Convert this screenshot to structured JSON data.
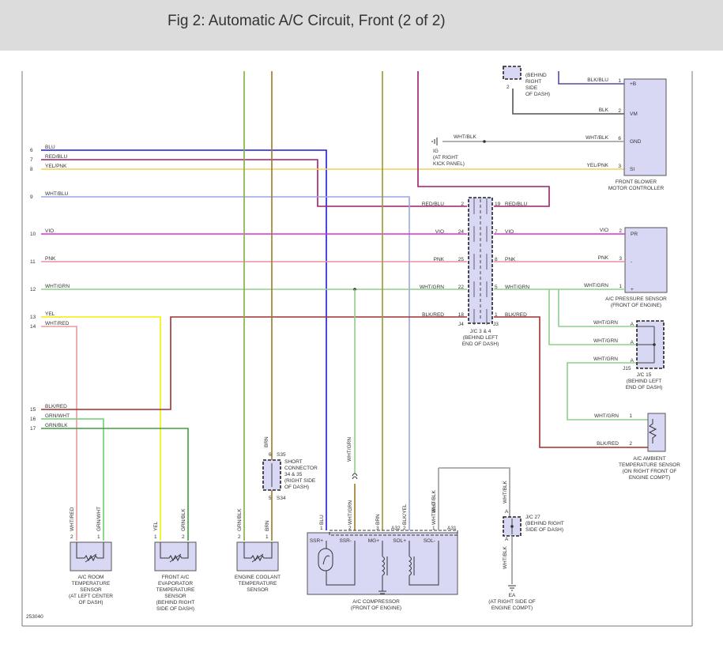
{
  "title": "Fig 2: Automatic A/C Circuit, Front (2 of 2)",
  "colors": {
    "BLU": "#1a1ae0",
    "RED/BLU": "#a01e6e",
    "YEL/PNK": "#f3cf5a",
    "WHT/BLU": "#9aa6e6",
    "VIO": "#d92fd9",
    "PNK": "#e98fa0",
    "WHT/GRN": "#8fcf8a",
    "YEL": "#f0f000",
    "WHT/RED": "#e99a9a",
    "BLK/RED": "#a03030",
    "GRN/WHT": "#6fd06f",
    "GRN/BLK": "#3f9f3f",
    "GRN": "#7faf40",
    "BRN": "#9a7a2a",
    "BLK": "#555555",
    "BLK/YEL": "#9a9a30",
    "WHT/BLK": "#999999",
    "component": "#d8d8f4"
  },
  "figure_id": "253040",
  "left_pins": [
    {
      "num": "6",
      "label": "BLU"
    },
    {
      "num": "7",
      "label": "RED/BLU"
    },
    {
      "num": "8",
      "label": "YEL/PNK"
    },
    {
      "num": "9",
      "label": "WHT/BLU"
    },
    {
      "num": "10",
      "label": "VIO"
    },
    {
      "num": "11",
      "label": "PNK"
    },
    {
      "num": "12",
      "label": "WHT/GRN"
    },
    {
      "num": "13",
      "label": "YEL"
    },
    {
      "num": "14",
      "label": "WHT/RED"
    },
    {
      "num": "15",
      "label": "BLK/RED"
    },
    {
      "num": "16",
      "label": "GRN/WHT"
    },
    {
      "num": "17",
      "label": "GRN/BLK"
    }
  ],
  "blower": {
    "pins": [
      {
        "num": "1",
        "wire": "BLK/BLU",
        "name": "+B"
      },
      {
        "num": "2",
        "wire": "BLK",
        "name": "VM"
      },
      {
        "num": "6",
        "wire": "WHT/BLK",
        "name": "GND"
      },
      {
        "num": "3",
        "wire": "YEL/PNK",
        "name": "SI"
      }
    ],
    "label_l1": "FRONT BLOWER",
    "label_l2": "MOTOR CONTROLLER",
    "top_pin": "2",
    "top_note": [
      "(BEHIND",
      "RIGHT",
      "SIDE",
      "OF DASH)"
    ]
  },
  "ground_ig": {
    "wire": "WHT/BLK",
    "label": [
      "IG",
      "(AT RIGHT",
      "KICK PANEL)"
    ]
  },
  "jc34": {
    "rows": [
      {
        "left_wire": "RED/BLU",
        "left_pin": "2",
        "right_pin": "19",
        "right_wire": "RED/BLU"
      },
      {
        "left_wire": "VIO",
        "left_pin": "24",
        "right_pin": "7",
        "right_wire": "VIO"
      },
      {
        "left_wire": "PNK",
        "left_pin": "25",
        "right_pin": "8",
        "right_wire": "PNK"
      },
      {
        "left_wire": "WHT/GRN",
        "left_pin": "22",
        "right_pin": "5",
        "right_wire": "WHT/GRN"
      },
      {
        "left_wire": "BLK/RED",
        "left_pin": "18",
        "right_pin": "1",
        "right_wire": "BLK/RED"
      }
    ],
    "left_conn": "J4",
    "right_conn": "J3",
    "label": [
      "J/C 3 & 4",
      "(BEHIND LEFT",
      "END OF DASH)"
    ]
  },
  "pressure": {
    "pins": [
      {
        "num": "2",
        "wire": "VIO",
        "name": "PR"
      },
      {
        "num": "3",
        "wire": "PNK",
        "name": "-"
      },
      {
        "num": "1",
        "wire": "WHT/GRN",
        "name": "+"
      }
    ],
    "label": [
      "A/C PRESSURE SENSOR",
      "(FRONT OF ENGINE)"
    ]
  },
  "jc15": {
    "rows": [
      {
        "wire": "WHT/GRN",
        "pin": "A"
      },
      {
        "wire": "WHT/GRN",
        "pin": "A"
      },
      {
        "wire": "WHT/GRN",
        "pin": "A"
      }
    ],
    "conn": "J15",
    "label": [
      "J/C 15",
      "(BEHIND LEFT",
      "END OF DASH)"
    ]
  },
  "ambient": {
    "pins": [
      {
        "num": "1",
        "wire": "WHT/GRN"
      },
      {
        "num": "2",
        "wire": "BLK/RED"
      }
    ],
    "label": [
      "A/C AMBIENT",
      "TEMPERATURE SENSOR",
      "(ON RIGHT FRONT OF",
      "ENGINE COMPT)"
    ]
  },
  "short_conn": {
    "top_wire": "BRN",
    "top_pin": "6",
    "top_conn": "S35",
    "bottom_pin": "5",
    "bottom_conn": "S34",
    "label": [
      "SHORT",
      "CONNECTOR",
      "34 & 35",
      "(RIGHT SIDE",
      "OF DASH)"
    ]
  },
  "room_sensor": {
    "wires": [
      "WHT/RED",
      "GRN/WHT"
    ],
    "pins": [
      "2",
      "1"
    ],
    "label": [
      "A/C ROOM",
      "TEMPERATURE",
      "SENSOR",
      "(AT LEFT CENTER",
      "OF DASH)"
    ]
  },
  "evap_sensor": {
    "wires": [
      "YEL",
      "GRN/BLK"
    ],
    "pins": [
      "1",
      "2"
    ],
    "label": [
      "FRONT A/C",
      "EVAPORATOR",
      "TEMPERATURE",
      "SENSOR",
      "(BEHIND RIGHT",
      "SIDE OF DASH)"
    ]
  },
  "coolant_sensor": {
    "wires": [
      "GRN/BLK",
      "BRN"
    ],
    "pins": [
      "2",
      "1"
    ],
    "label": [
      "ENGINE COOLANT",
      "TEMPERATURE",
      "SENSOR"
    ]
  },
  "compressor": {
    "wires": [
      "BLU",
      "WHT/GRN",
      "BRN",
      "BLK/YEL",
      "WHT/BLU",
      "WHT/BLK"
    ],
    "pins": [
      "1",
      "2",
      "3",
      "2",
      "1"
    ],
    "conns": [
      "A32",
      "A31"
    ],
    "terms": [
      "SSR+",
      "SSR-",
      "MG+",
      "SOL+",
      "SOL-"
    ],
    "label": [
      "A/C COMPRESSOR",
      "(FRONT OF ENGINE)"
    ]
  },
  "jc27": {
    "top_wire": "WHT/BLK",
    "bottom_wire": "WHT/BLK",
    "pin": "A",
    "label": [
      "J/C 27",
      "(BEHIND RIGHT",
      "SIDE OF DASH)"
    ]
  },
  "ground_ea": {
    "label": [
      "EA",
      "(AT RIGHT SIDE OF",
      "ENGINE COMPT)"
    ]
  }
}
